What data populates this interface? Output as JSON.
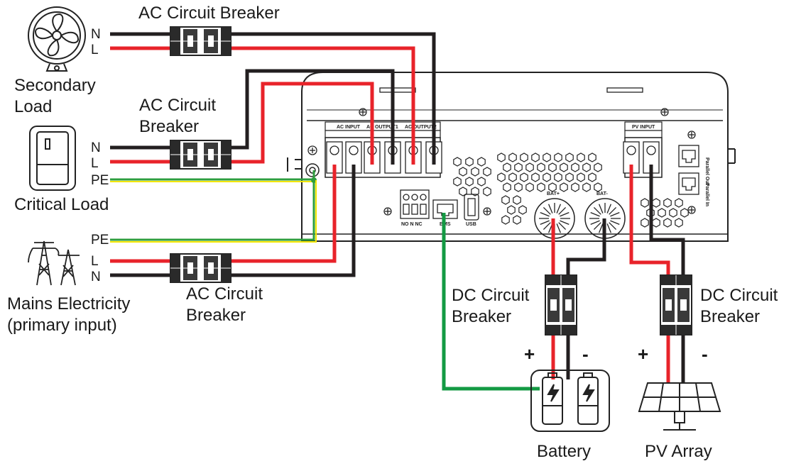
{
  "labels": {
    "ac_breaker_top": "AC Circuit Breaker",
    "ac_breaker_mid_1": "AC Circuit",
    "ac_breaker_mid_2": "Breaker",
    "ac_breaker_bottom_1": "AC Circuit",
    "ac_breaker_bottom_2": "Breaker",
    "secondary_load_1": "Secondary",
    "secondary_load_2": "Load",
    "critical_load": "Critical Load",
    "mains_1": "Mains Electricity",
    "mains_2": "(primary input)",
    "dc_breaker_battery_1": "DC Circuit",
    "dc_breaker_battery_2": "Breaker",
    "dc_breaker_pv_1": "DC Circuit",
    "dc_breaker_pv_2": "Breaker",
    "battery": "Battery",
    "pv_array": "PV Array"
  },
  "wire_labels": {
    "n": "N",
    "l": "L",
    "pe": "PE"
  },
  "terminal_labels": {
    "ac_input": "AC INPUT",
    "ac_output_1": "AC OUTPUT1",
    "ac_output_2": "AC OUTPUT2",
    "pv_input": "PV INPUT",
    "bat_plus": "BAT+",
    "bat_minus": "BAT-",
    "no_n_nc": "NO N NC",
    "bms": "BMS",
    "usb": "USB",
    "parallel_out": "Parallel Out",
    "parallel_in": "Parallel In"
  },
  "polarity": {
    "plus": "+",
    "minus": "-"
  },
  "colors": {
    "line": "#e8232a",
    "neutral": "#231f20",
    "earth_green": "#2e9e3e",
    "earth_yellow": "#f2e600",
    "bms_cable": "#139a43"
  }
}
